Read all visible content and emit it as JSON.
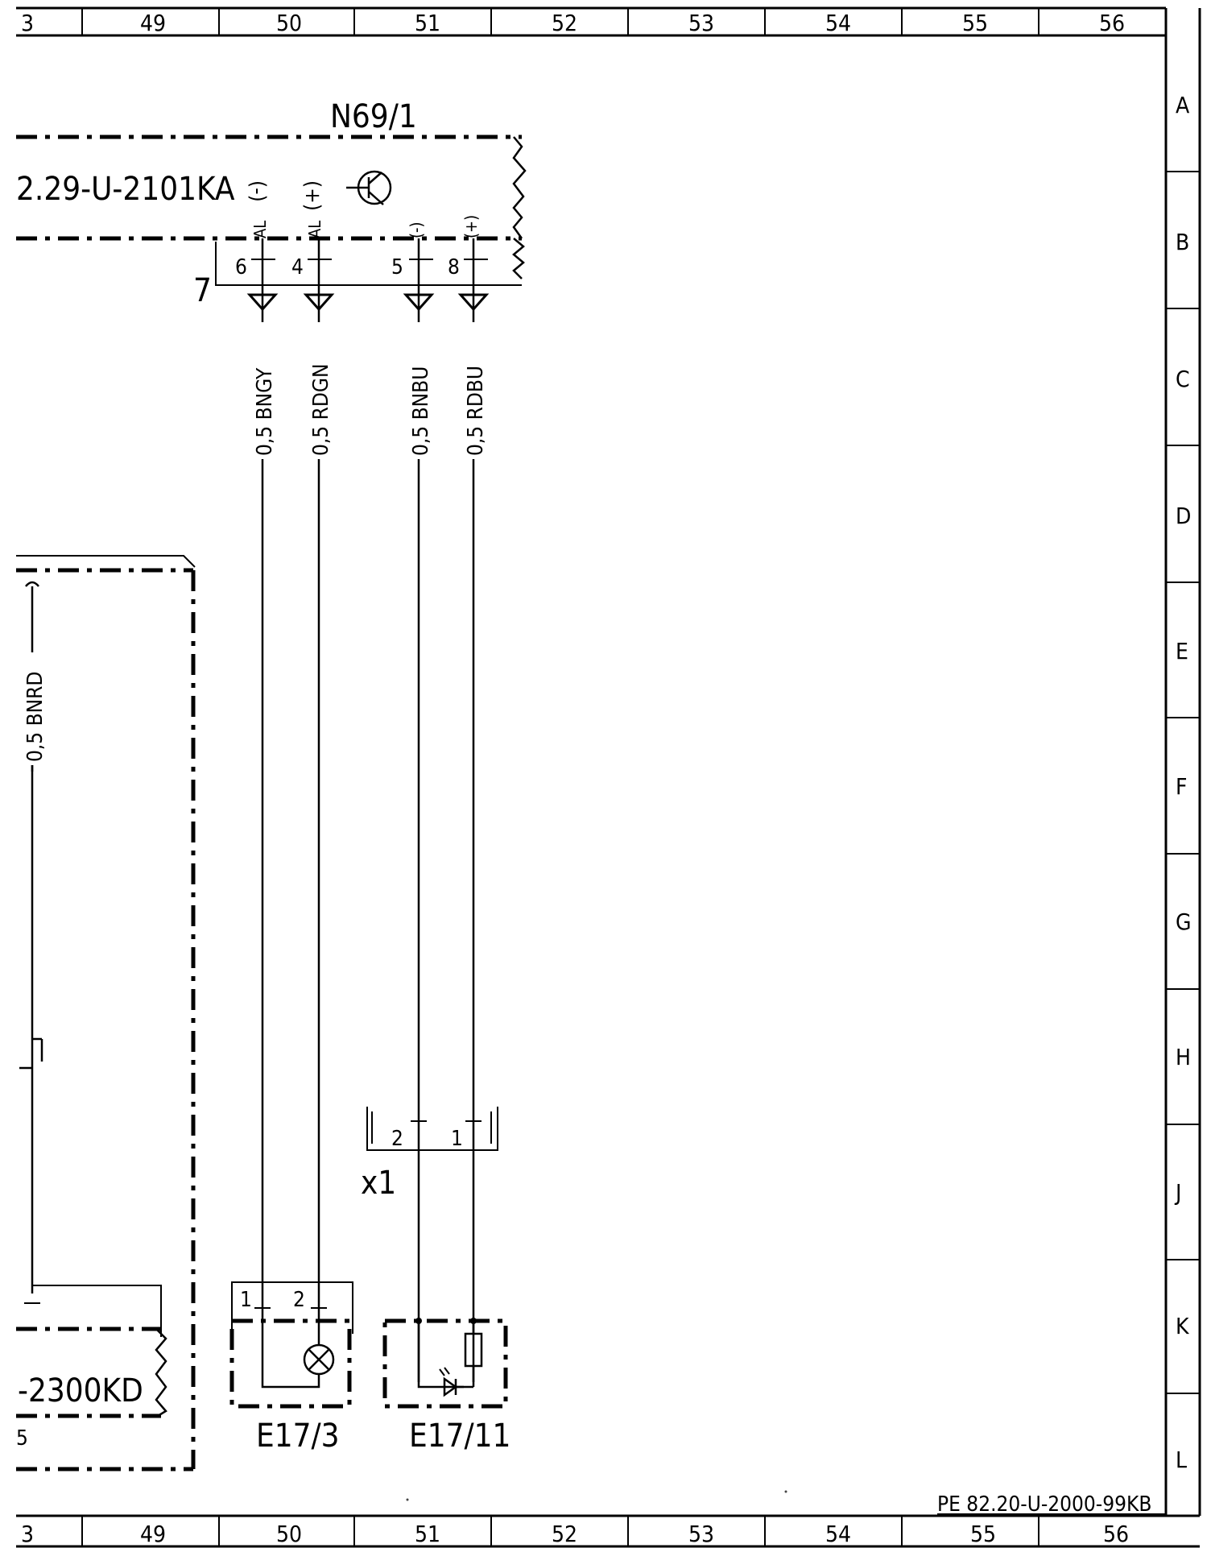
{
  "grid": {
    "columns": [
      "3",
      "49",
      "50",
      "51",
      "52",
      "53",
      "54",
      "55",
      "56"
    ],
    "rows": [
      "A",
      "B",
      "C",
      "D",
      "E",
      "F",
      "G",
      "H",
      "J",
      "K",
      "L"
    ]
  },
  "components": {
    "module_id": "N69/1",
    "module_code": "2.29-U-2101KA",
    "module_pin_minus": "(-)",
    "module_pin_plus": "(+)",
    "lamp_id": "E17/3",
    "light_id": "E17/11",
    "connector_id": "x1",
    "left_code": "-2300KD",
    "left_fragment": "5"
  },
  "pins": {
    "p6": "6",
    "p4": "4",
    "p5": "5",
    "p8": "8",
    "p7": "7",
    "al1": "AL",
    "al2": "AL",
    "m": "(-)",
    "p": "(+)",
    "x1_2": "2",
    "x1_1": "1",
    "e173_1": "1",
    "e173_2": "2"
  },
  "wires": {
    "w1": "0,5 BNGY",
    "w2": "0,5 RDGN",
    "w3": "0,5 BNBU",
    "w4": "0,5 RDBU",
    "w5": "0,5 BNRD"
  },
  "footer": {
    "doc_ref": "PE 82.20-U-2000-99KB"
  }
}
